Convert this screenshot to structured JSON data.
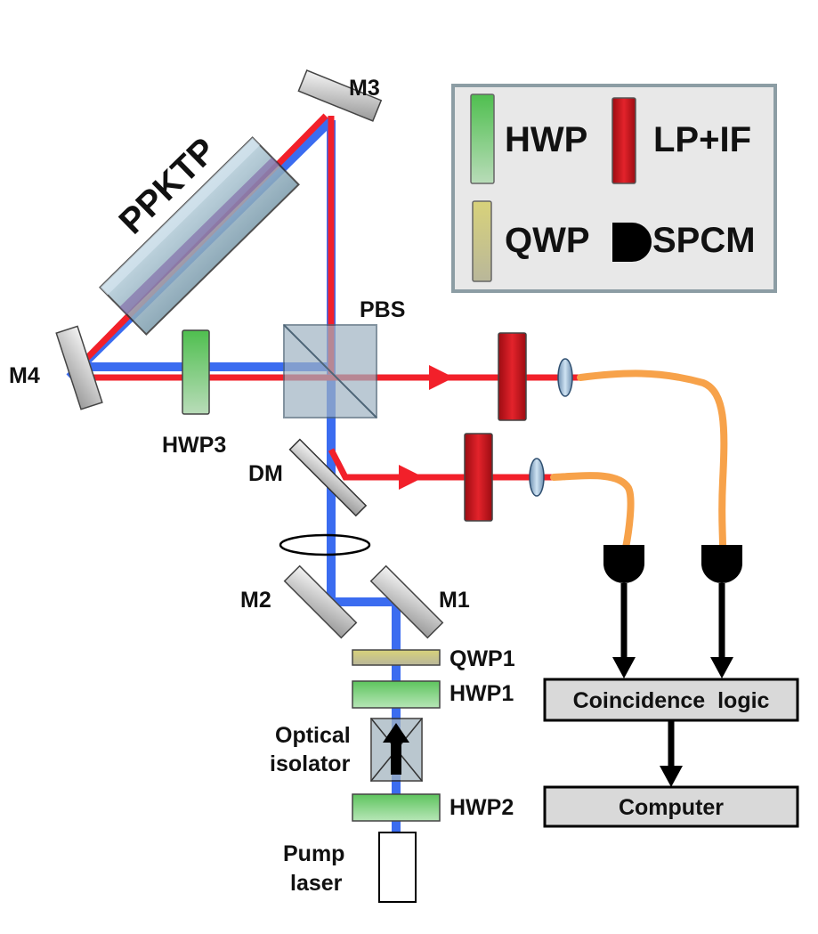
{
  "legend": {
    "hwp": "HWP",
    "lp_if": "LP+IF",
    "qwp": "QWP",
    "spcm": "SPCM"
  },
  "labels": {
    "m1": "M1",
    "m2": "M2",
    "m3": "M3",
    "m4": "M4",
    "ppktp": "PPKTP",
    "pbs": "PBS",
    "hwp3": "HWP3",
    "dm": "DM",
    "qwp1": "QWP1",
    "hwp1": "HWP1",
    "hwp2": "HWP2",
    "isolator_line1": "Optical",
    "isolator_line2": "isolator",
    "pump_line1": "Pump",
    "pump_line2": "laser"
  },
  "boxes": {
    "coincidence": "Coincidence  logic",
    "computer": "Computer"
  },
  "colors": {
    "pump_beam": "#3b6cf0",
    "photon_beam": "#f2202a",
    "fiber": "#f7a24a",
    "hwp": "#7fcf7f",
    "qwp": "#c9c58a",
    "filter": "#c8161d",
    "legend_bg": "#e8e8e8",
    "box_bg": "#d9d9d9"
  }
}
